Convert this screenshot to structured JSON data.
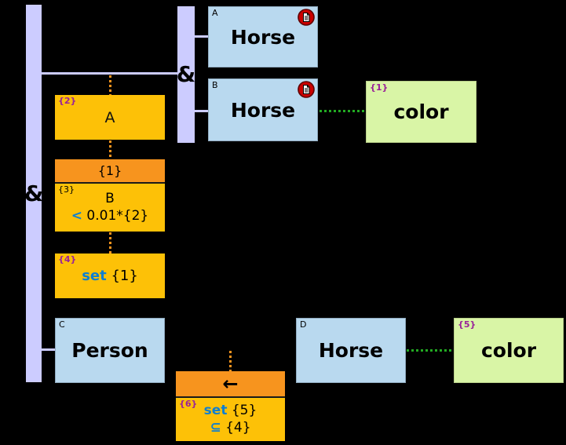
{
  "operators": {
    "and_left": "&",
    "and_top": "&"
  },
  "nodes": {
    "horse_a": {
      "tag": "A",
      "title": "Horse"
    },
    "horse_b": {
      "tag": "B",
      "title": "Horse"
    },
    "color_1": {
      "tag": "{1}",
      "title": "color"
    },
    "class_a": {
      "tag": "{2}",
      "title": "A"
    },
    "aggregate_1": {
      "title": "{1}"
    },
    "class_b": {
      "tag": "{3}",
      "title": "B",
      "op": "<",
      "expr": " 0.01*{2}"
    },
    "set_1": {
      "tag": "{4}",
      "keyword": "set",
      "expr": " {1}"
    },
    "person_c": {
      "tag": "C",
      "title": "Person"
    },
    "arrow_box": {
      "title": "←"
    },
    "set_5": {
      "tag": "{6}",
      "keyword": "set",
      "expr": " {5}",
      "op": "⊆",
      "op_expr": " {4}"
    },
    "horse_d": {
      "tag": "D",
      "title": "Horse"
    },
    "color_5": {
      "tag": "{5}",
      "title": "color"
    }
  },
  "icons": {
    "horse_a_badge": "document-badge",
    "horse_b_badge": "document-badge"
  },
  "colors": {
    "background": "#000000",
    "operator_bar": "#ccccff",
    "node_blue": "#b9d9ef",
    "node_green": "#d9f5a6",
    "node_gold": "#fdc107",
    "node_orange": "#f7941e",
    "tag_purple": "#992299",
    "keyword_blue": "#0e7fd1",
    "dotted_orange": "#f7941e",
    "dotted_green": "#22aa22",
    "badge_red": "#cc0000"
  }
}
